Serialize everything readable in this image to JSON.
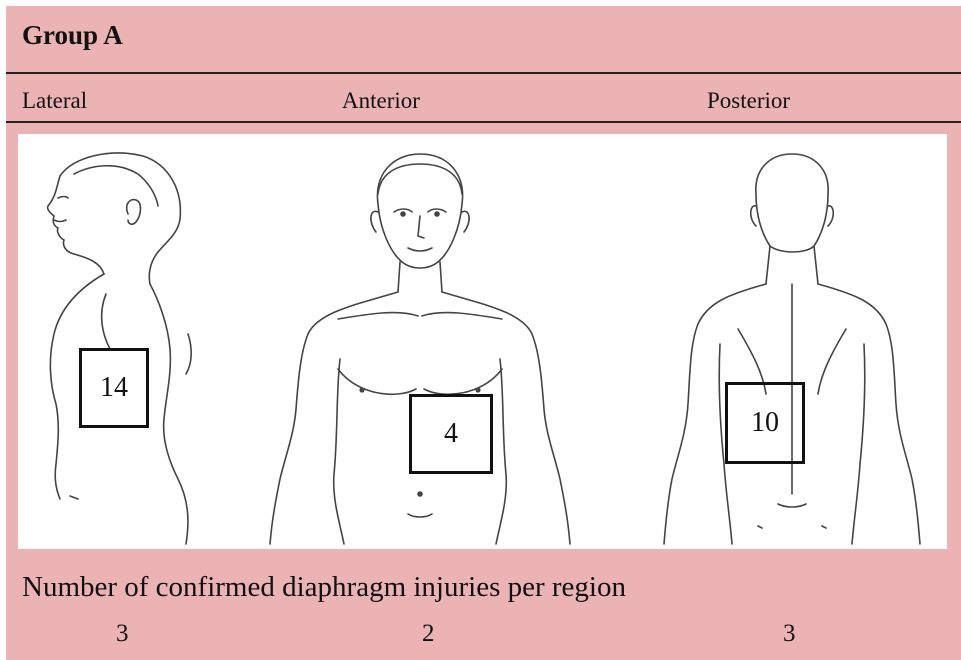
{
  "title": "Group A",
  "views": [
    {
      "label": "Lateral",
      "count_label": "14",
      "confirmed": "3"
    },
    {
      "label": "Anterior",
      "count_label": "4",
      "confirmed": "2"
    },
    {
      "label": "Posterior",
      "count_label": "10",
      "confirmed": "3"
    }
  ],
  "caption": "Number of confirmed diaphragm injuries per region",
  "colors": {
    "panel": "#ebb3b3",
    "figure_bg": "#ffffff",
    "line": "#222222"
  }
}
